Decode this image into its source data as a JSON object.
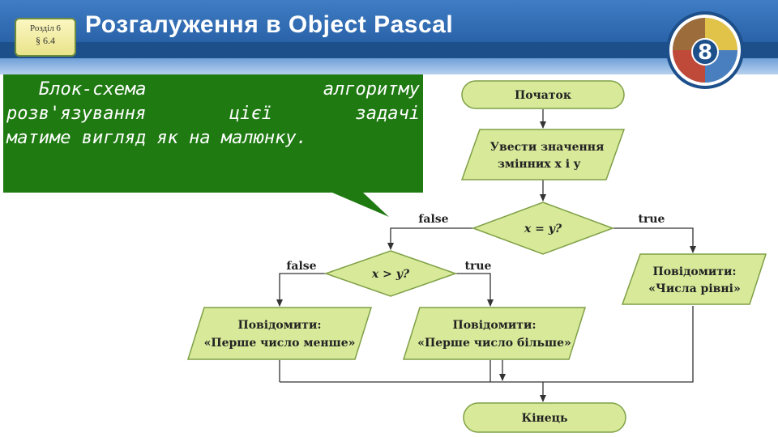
{
  "header": {
    "section_line1": "Розділ 6",
    "section_line2": "§ 6.4",
    "title": "Розгалуження в Object Pascal",
    "grade_number": "8"
  },
  "callout": {
    "line1_words": [
      "Блок-схема",
      "алгоритму"
    ],
    "line2_words": [
      "розв'язування",
      "цієї",
      "задачі"
    ],
    "line3": "матиме вигляд як на малюнку."
  },
  "flowchart": {
    "start": "Початок",
    "input_line1": "Увести значення",
    "input_line2": "змінних x і y",
    "cond1": "x = y?",
    "cond1_false": "false",
    "cond1_true": "true",
    "cond2": "x > y?",
    "cond2_false": "false",
    "cond2_true": "true",
    "msg_equal_line1": "Повідомити:",
    "msg_equal_line2": "«Числа рівні»",
    "msg_less_line1": "Повідомити:",
    "msg_less_line2": "«Перше число менше»",
    "msg_greater_line1": "Повідомити:",
    "msg_greater_line2": "«Перше число більше»",
    "end": "Кінець"
  },
  "colors": {
    "header_blue": "#2a62a8",
    "callout_green": "#1f7a12",
    "shape_fill": "#d8ea9a",
    "shape_stroke": "#7fa046"
  }
}
